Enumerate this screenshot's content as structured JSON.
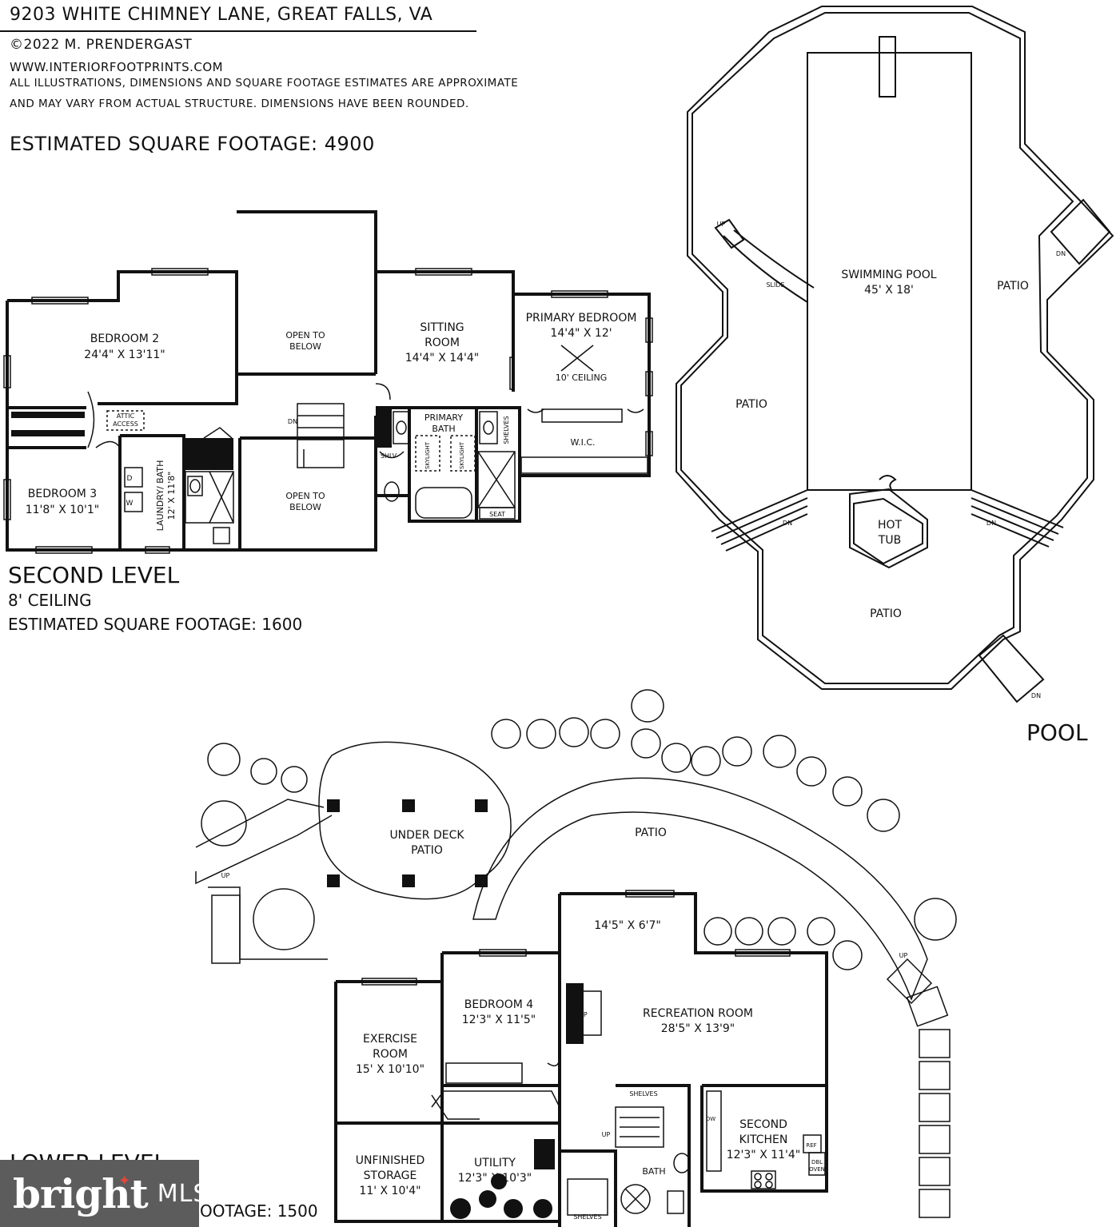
{
  "header": {
    "address": "9203 WHITE CHIMNEY LANE, GREAT FALLS, VA",
    "copyright": "©2022 M. PRENDERGAST",
    "website": "WWW.INTERIORFOOTPRINTS.COM",
    "disclaimer_line1": "ALL ILLUSTRATIONS, DIMENSIONS AND SQUARE FOOTAGE ESTIMATES ARE APPROXIMATE",
    "disclaimer_line2": "AND MAY VARY FROM ACTUAL STRUCTURE. DIMENSIONS HAVE BEEN ROUNDED.",
    "total_sqft": "ESTIMATED SQUARE FOOTAGE: 4900"
  },
  "second_level": {
    "title": "SECOND LEVEL",
    "ceiling": "8' CEILING",
    "sqft": "ESTIMATED SQUARE FOOTAGE:  1600",
    "rooms": {
      "bedroom2": [
        "BEDROOM 2",
        "24'4\" X 13'11\""
      ],
      "bedroom3": [
        "BEDROOM 3",
        "11'8\" X 10'1\""
      ],
      "open1": [
        "OPEN TO",
        "BELOW"
      ],
      "open2": [
        "OPEN TO",
        "BELOW"
      ],
      "sitting": [
        "SITTING",
        "ROOM",
        "14'4\" X 14'4\""
      ],
      "primary": [
        "PRIMARY BEDROOM",
        "14'4\" X 12'"
      ],
      "ceiling10": "10' CEILING",
      "primary_bath": [
        "PRIMARY",
        "BATH"
      ],
      "wic": "W.I.C.",
      "attic": [
        "ATTIC",
        "ACCESS"
      ],
      "laundry": [
        "LAUNDRY/ BATH",
        "12' X 11'8\""
      ],
      "dn": "DN",
      "shlv": "SHLV",
      "shelves": "SHELVES",
      "seat": "SEAT",
      "skylight": "SKYLIGHT",
      "dryer": "D",
      "washer": "W"
    }
  },
  "pool": {
    "title": "POOL",
    "swimming_pool": [
      "SWIMMING POOL",
      "45' X 18'"
    ],
    "patio": "PATIO",
    "hot_tub": [
      "HOT",
      "TUB"
    ],
    "slide": "SLIDE",
    "up": "UP",
    "dn": "DN"
  },
  "lower_level": {
    "title": "LOWER LEVEL",
    "sqft_visible": "OOTAGE:  1500",
    "rooms": {
      "under_deck": [
        "UNDER DECK",
        "PATIO"
      ],
      "patio": "PATIO",
      "alcove": "14'5\" X 6'7\"",
      "recreation": [
        "RECREATION ROOM",
        "28'5\" X 13'9\""
      ],
      "bedroom4": [
        "BEDROOM 4",
        "12'3\" X 11'5\""
      ],
      "exercise": [
        "EXERCISE",
        "ROOM",
        "15' X 10'10\""
      ],
      "storage": [
        "UNFINISHED",
        "STORAGE",
        "11' X 10'4\""
      ],
      "utility": [
        "UTILITY",
        "12'3\" X 10'3\""
      ],
      "kitchen": [
        "SECOND",
        "KITCHEN",
        "12'3\" X 11'4\""
      ],
      "bath": "BATH",
      "shelves": "SHELVES",
      "fp": "FP",
      "up": "UP",
      "dw": "DW",
      "ref": "REF",
      "dbl_oven": [
        "DBL",
        "OVEN"
      ]
    }
  },
  "watermark": {
    "brand": "bright",
    "suffix": "MLS",
    "accent_color": "#e0483a"
  }
}
